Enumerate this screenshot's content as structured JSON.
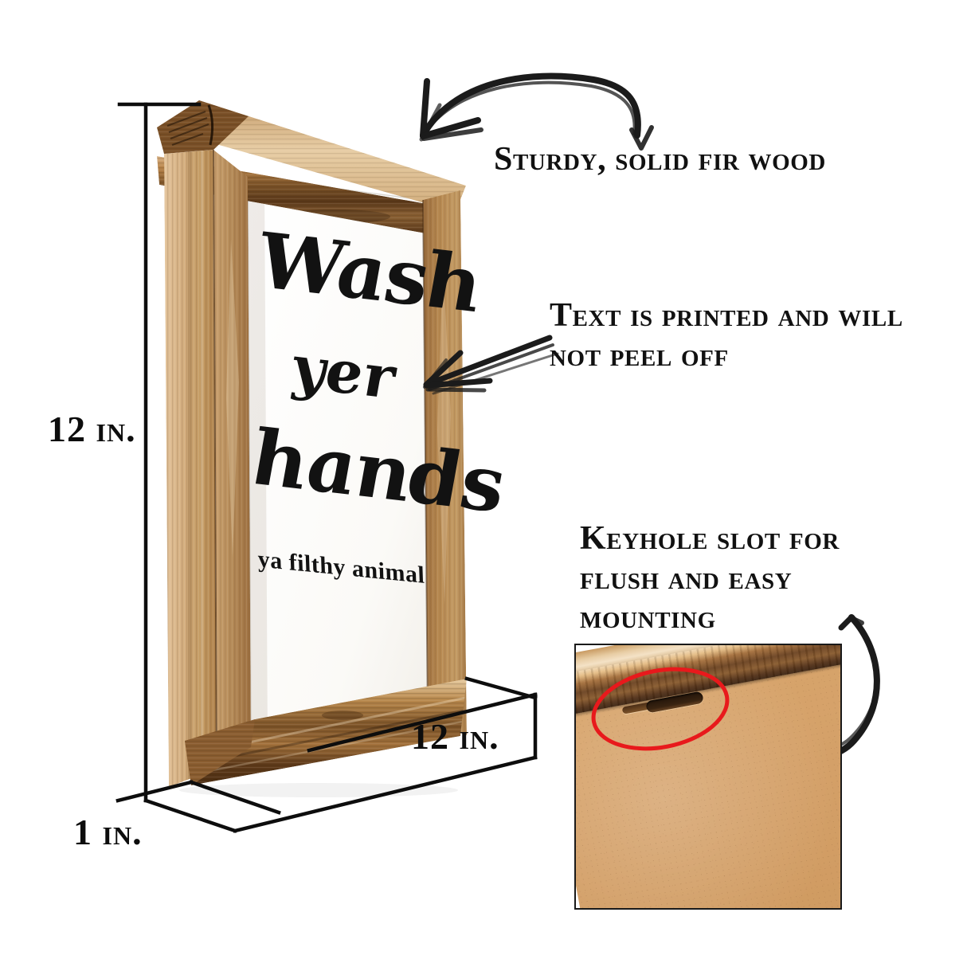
{
  "product": {
    "sign_text": {
      "line1": "Wash",
      "line2": "yer",
      "line3": "hands",
      "line4": "ya filthy animal"
    },
    "dimensions": {
      "height_label": "12 in.",
      "width_label": "12 in.",
      "depth_label": "1 in."
    }
  },
  "callouts": {
    "wood": "Sturdy, solid fir wood",
    "print": "Text is printed and will not peel off",
    "keyhole": "Keyhole slot for flush and easy mounting"
  },
  "colors": {
    "background": "#ffffff",
    "text": "#111111",
    "dimension_line": "#0d0d0d",
    "arrow": "#1b1b1b",
    "highlight_ellipse": "#e8191c",
    "wood_light": "#d4a876",
    "wood_dark": "#6b4a2c",
    "sign_face": "#fdfdfb",
    "mdf_back": "#d4a068"
  },
  "icons": {
    "arrow_wood": "curved-arrow-icon",
    "arrow_print": "straight-arrow-icon",
    "arrow_keyhole": "curved-arrow-icon",
    "highlight": "ellipse-highlight-icon"
  }
}
